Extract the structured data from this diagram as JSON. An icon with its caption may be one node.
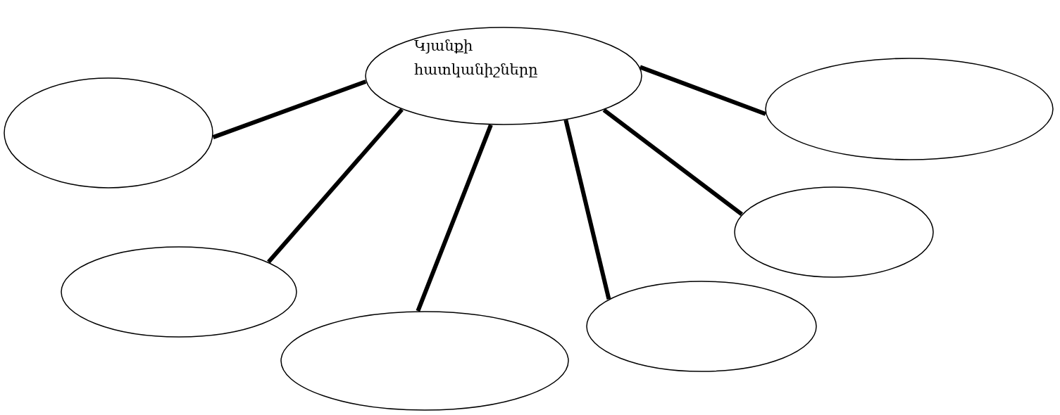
{
  "diagram": {
    "nodes": [
      {
        "text": [
          "Կյանքի հատկանիշները"
        ]
      },
      {
        "text": [],
        "shape": "ellipse"
      },
      {
        "text": [],
        "shape": "ellipse"
      },
      {
        "text": [],
        "shape": "ellipse"
      },
      {
        "text": [],
        "shape": "ellipse"
      },
      {
        "text": [],
        "shape": "ellipse"
      },
      {
        "text": [],
        "shape": "ellipse"
      }
    ],
    "edges": [
      {
        "from": 0,
        "to": 1,
        "arrow": "none"
      },
      {
        "from": 0,
        "to": 2,
        "arrow": "none"
      },
      {
        "from": 0,
        "to": 3,
        "arrow": "none"
      },
      {
        "from": 0,
        "to": 4,
        "arrow": "none"
      },
      {
        "from": 0,
        "to": 5,
        "arrow": "none"
      },
      {
        "from": 0,
        "to": 6,
        "arrow": "none"
      }
    ]
  }
}
